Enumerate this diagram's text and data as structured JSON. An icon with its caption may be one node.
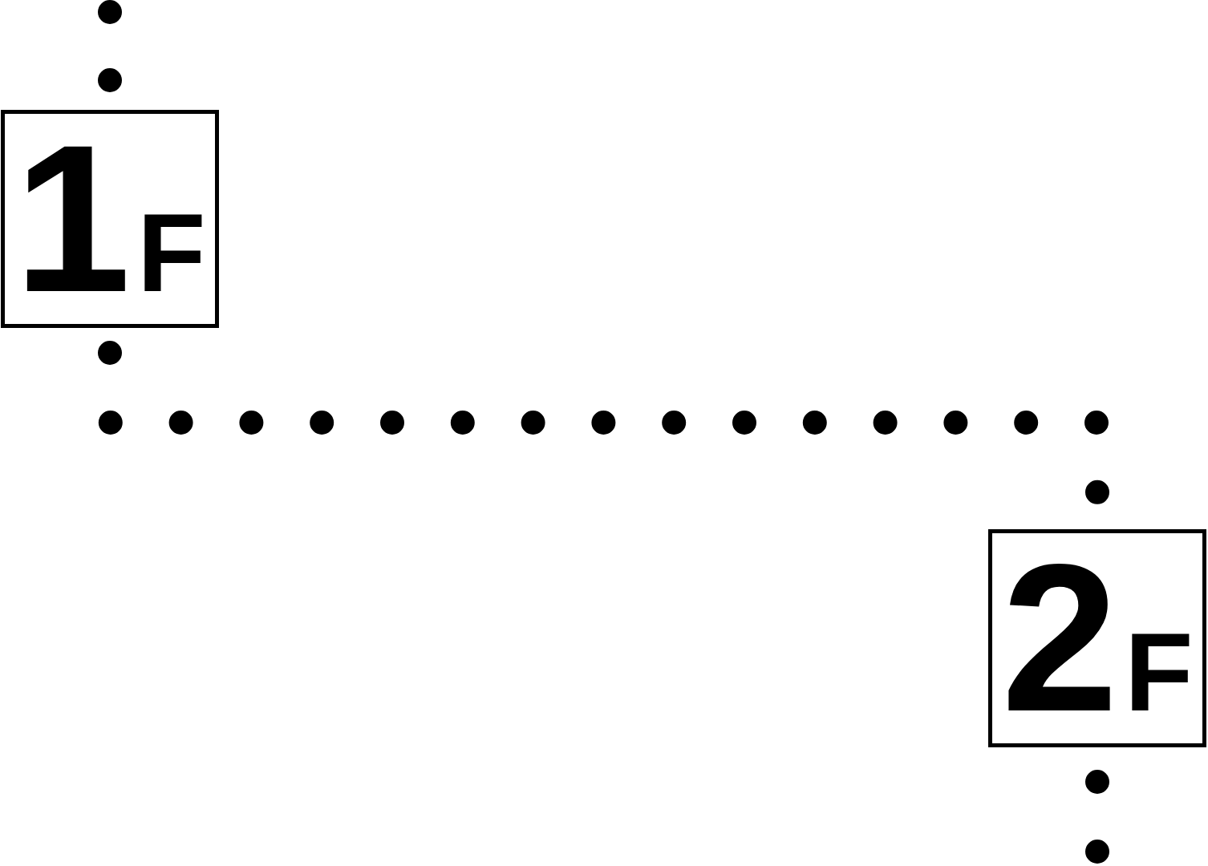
{
  "diagram": {
    "nodes": [
      {
        "text": [
          "1",
          "F"
        ]
      },
      {
        "text": [
          "2",
          "F"
        ]
      }
    ],
    "edges": [
      {
        "from": null,
        "to": 0,
        "arrow": "none",
        "style": "dashed"
      },
      {
        "from": 0,
        "to": 1,
        "arrow": "none",
        "style": "dashed"
      },
      {
        "from": 1,
        "to": null,
        "arrow": "none",
        "style": "dashed"
      }
    ]
  }
}
